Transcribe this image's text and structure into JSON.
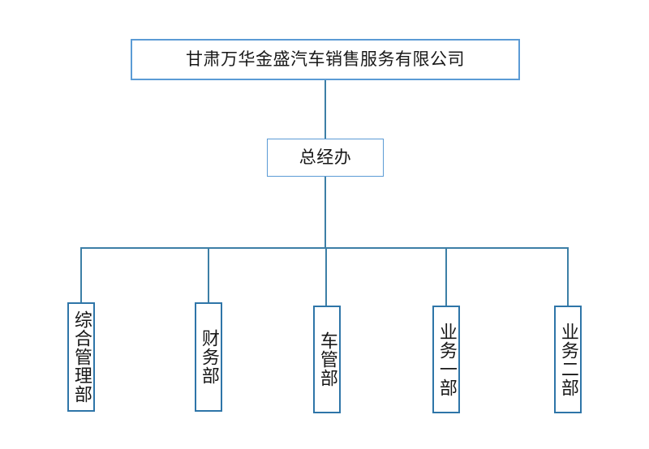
{
  "chart": {
    "type": "org-chart",
    "orientation": "top-down",
    "background_color": "#ffffff",
    "box_border_color": "#5b9bd5",
    "leaf_border_color": "#2e75a8",
    "connector_color": "#3d7fa6",
    "text_color": "#181818"
  },
  "root": {
    "label": "甘肃万华金盛汽车销售服务有限公司"
  },
  "management": {
    "label": "总经办"
  },
  "departments": [
    {
      "label": "综合管理部"
    },
    {
      "label": "财务部"
    },
    {
      "label": "车管部"
    },
    {
      "label": "业务一部"
    },
    {
      "label": "业务二部"
    }
  ]
}
